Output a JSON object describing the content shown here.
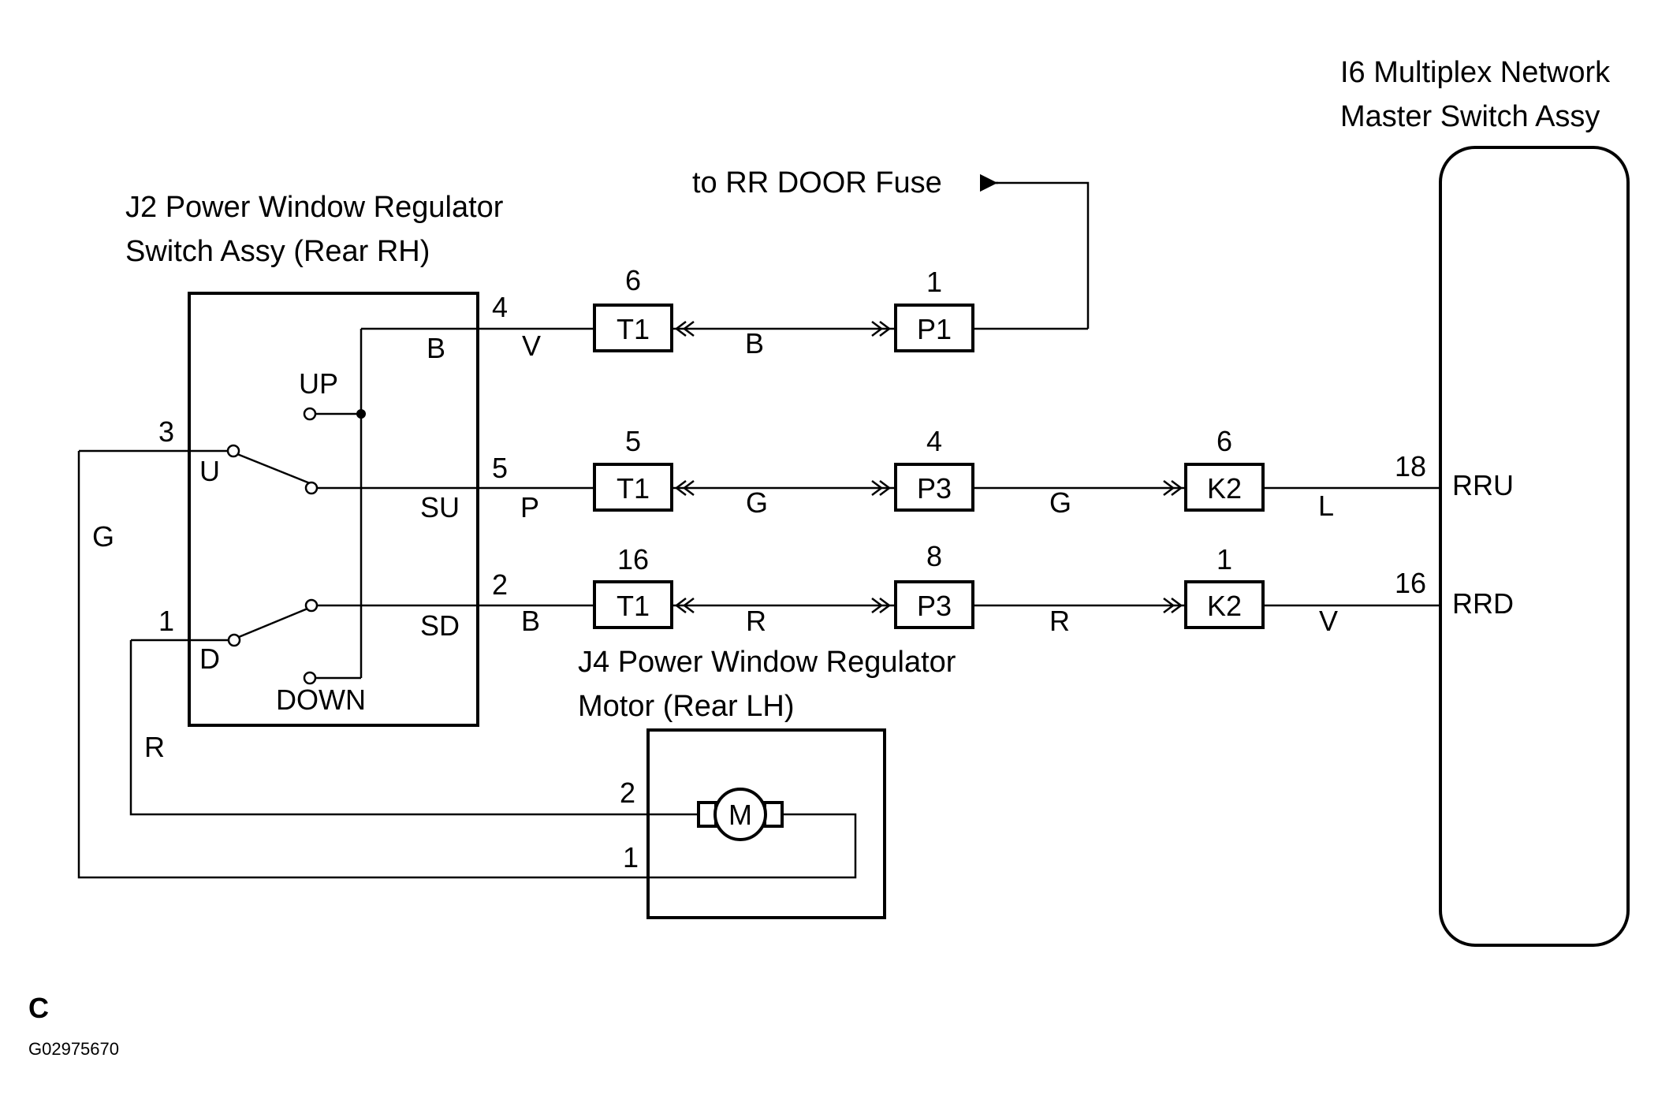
{
  "components": {
    "j2": {
      "line1": "J2 Power Window Regulator",
      "line2": "Switch Assy (Rear RH)"
    },
    "i6": {
      "line1": "I6 Multiplex Network",
      "line2": "Master Switch Assy"
    },
    "j4": {
      "line1": "J4 Power Window Regulator",
      "line2": "Motor (Rear LH)"
    },
    "fuse": "to RR DOOR Fuse"
  },
  "switch": {
    "up": "UP",
    "down": "DOWN",
    "u": "U",
    "d": "D",
    "b": "B",
    "su": "SU",
    "sd": "SD",
    "pin_3": "3",
    "pin_1": "1",
    "pin_4": "4",
    "pin_5": "5",
    "pin_2": "2"
  },
  "connectors": {
    "row1": [
      {
        "name": "T1",
        "pin": "6"
      },
      {
        "name": "P1",
        "pin": "1"
      }
    ],
    "row2": [
      {
        "name": "T1",
        "pin": "5"
      },
      {
        "name": "P3",
        "pin": "4"
      },
      {
        "name": "K2",
        "pin": "6"
      }
    ],
    "row3": [
      {
        "name": "T1",
        "pin": "16"
      },
      {
        "name": "P3",
        "pin": "8"
      },
      {
        "name": "K2",
        "pin": "1"
      }
    ]
  },
  "wire_colors": {
    "row1": [
      "V",
      "B"
    ],
    "row2": [
      "P",
      "G",
      "G",
      "L"
    ],
    "row3": [
      "B",
      "R",
      "R",
      "V"
    ],
    "left_g": "G",
    "left_r": "R"
  },
  "master_switch": {
    "rru": "RRU",
    "rrd": "RRD",
    "pin_rru": "18",
    "pin_rrd": "16"
  },
  "motor": {
    "symbol": "M",
    "pin_2": "2",
    "pin_1": "1"
  },
  "footer": {
    "section": "C",
    "code": "G02975670"
  }
}
